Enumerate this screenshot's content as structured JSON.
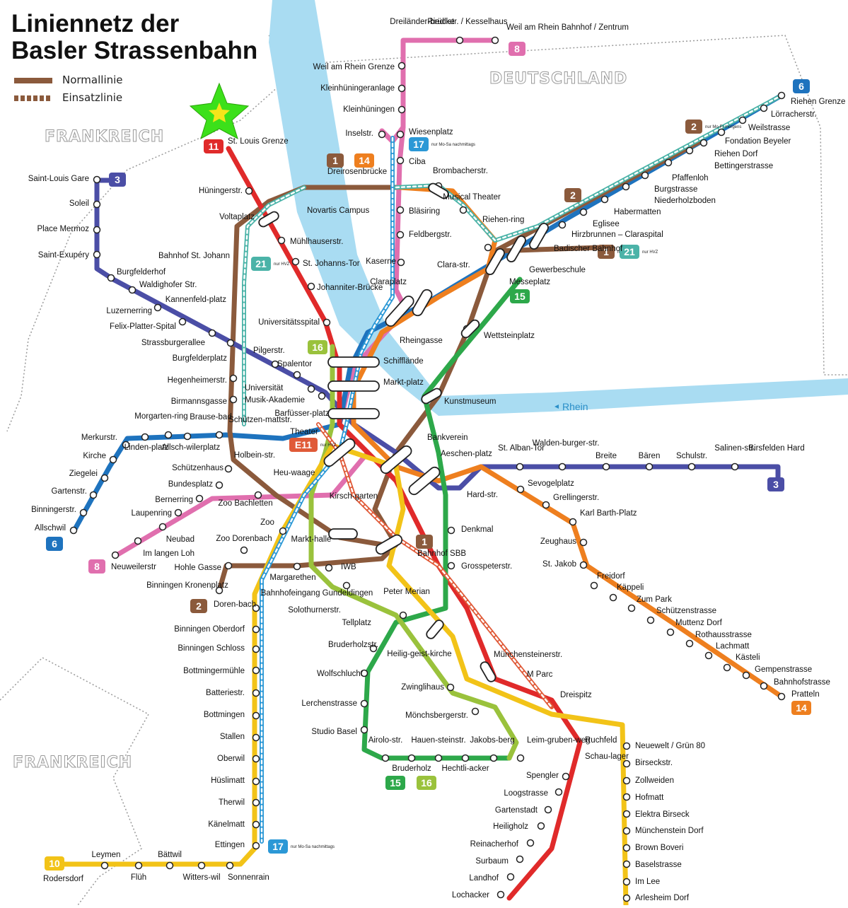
{
  "title_line1": "Liniennetz der",
  "title_line2": "Basler Strassenbahn",
  "legend": {
    "normal": "Normallinie",
    "einsatz": "Einsatzlinie"
  },
  "countries": {
    "france_top": "FRANKREICH",
    "france_bottom": "FRANKREICH",
    "germany": "DEUTSCHLAND"
  },
  "river": "Rhein",
  "colors": {
    "line1": "#8b5a3c",
    "line2": "#8b5a3c",
    "line3": "#4b4ea6",
    "line6": "#1e73be",
    "line8": "#e06fae",
    "line10": "#f2c318",
    "line11": "#e02a2a",
    "line14": "#ee7f1f",
    "line15": "#2da84a",
    "line16": "#9ac23c",
    "line17": "#2b98d6",
    "line21": "#4bb3a8",
    "lineE11": "#e05a38",
    "river": "#a9dcf2"
  },
  "line_badges": [
    {
      "num": "8",
      "color": "#e06fae"
    },
    {
      "num": "6",
      "color": "#1e73be"
    },
    {
      "num": "2",
      "color": "#8b5a3c",
      "note": "nur Mo-Fr morgens"
    },
    {
      "num": "2",
      "color": "#8b5a3c"
    },
    {
      "num": "1",
      "color": "#8b5a3c",
      "note": "nur HVZ"
    },
    {
      "num": "21",
      "color": "#4bb3a8",
      "note": "nur HVZ"
    },
    {
      "num": "15",
      "color": "#2da84a"
    },
    {
      "num": "11",
      "color": "#e02a2a"
    },
    {
      "num": "3",
      "color": "#4b4ea6"
    },
    {
      "num": "1",
      "color": "#8b5a3c"
    },
    {
      "num": "14",
      "color": "#ee7f1f"
    },
    {
      "num": "17",
      "color": "#2b98d6",
      "note": "nur Mo-Sa nachmittags"
    },
    {
      "num": "21",
      "color": "#4bb3a8",
      "note": "nur HVZ"
    },
    {
      "num": "16",
      "color": "#9ac23c"
    },
    {
      "num": "E11",
      "color": "#e05a38",
      "note": "nur HVZ"
    },
    {
      "num": "3",
      "color": "#4b4ea6"
    },
    {
      "num": "6",
      "color": "#1e73be"
    },
    {
      "num": "8",
      "color": "#e06fae"
    },
    {
      "num": "1",
      "color": "#8b5a3c"
    },
    {
      "num": "2",
      "color": "#8b5a3c"
    },
    {
      "num": "14",
      "color": "#ee7f1f"
    },
    {
      "num": "15",
      "color": "#2da84a"
    },
    {
      "num": "16",
      "color": "#9ac23c"
    },
    {
      "num": "17",
      "color": "#2b98d6",
      "note": "nur Mo-Sa nachmittags"
    },
    {
      "num": "10",
      "color": "#f2c318"
    }
  ],
  "stations": [
    "Dreiländer-brücke",
    "Riedlistr. / Kesselhaus",
    "Weil am Rhein Bahnhof / Zentrum",
    "Weil am Rhein Grenze",
    "Kleinhüningeranlage",
    "Kleinhüningen",
    "Inselstr.",
    "Wiesenplatz",
    "Ciba",
    "Dreirosenbrücke",
    "Brombacherstr.",
    "Musical Theater",
    "Bläsiring",
    "Riehen-ring",
    "Feldbergstr.",
    "Kaserne",
    "Clara-str.",
    "Claraplatz",
    "Rheingasse",
    "Riehen Grenze",
    "Lörracherstr.",
    "Weilstrasse",
    "Fondation Beyeler",
    "Riehen Dorf",
    "Bettingerstrasse",
    "Pfaffenloh",
    "Burgstrasse",
    "Niederholzboden",
    "Habermatten",
    "Eglisee",
    "Hirzbrunnen – Claraspital",
    "Badischer Bahnhof",
    "Gewerbeschule",
    "Messeplatz",
    "Wettsteinplatz",
    "St. Louis Grenze",
    "Hüningerstr.",
    "Voltaplatz",
    "Novartis Campus",
    "Mühlhauserstr.",
    "St. Johanns-Tor",
    "Johanniter-Brücke",
    "Bahnhof St. Johann",
    "Universitätsspital",
    "Saint-Louis Gare",
    "Soleil",
    "Place Mermoz",
    "Saint-Exupéry",
    "Burgfelderhof",
    "Waldighofer Str.",
    "Luzernerring",
    "Felix-Platter-Spital",
    "Strassburgerallee",
    "Burgfelderplatz",
    "Kannenfeld-platz",
    "Pilgerstr.",
    "Spalentor",
    "Hegenheimerstr.",
    "Universität",
    "Birmannsgasse",
    "Musik-Akademie",
    "Schifflände",
    "Markt-platz",
    "Barfüsser-platz",
    "Theater",
    "Kunstmuseum",
    "Morgarten-ring",
    "Brause-bad",
    "Schützen-mattstr.",
    "Merkurstr.",
    "Linden-platz",
    "Allsch-wilerplatz",
    "Kirche",
    "Ziegelei",
    "Gartenstr.",
    "Binningerstr.",
    "Allschwil",
    "Holbein-str.",
    "Heu-waage",
    "Schützenhaus",
    "Bundesplatz",
    "Bernerring",
    "Laupenring",
    "Neubad",
    "Im langen Loh",
    "Neuweilerstr",
    "Zoo Bachletten",
    "Zoo",
    "Zoo Dorenbach",
    "Hohle Gasse",
    "Binningen Kronenplatz",
    "Markt-halle",
    "Kirsch-garten",
    "Bankverein",
    "Aeschen-platz",
    "Hard-str.",
    "Denkmal",
    "Bahnhof SBB",
    "Grosspeterstr.",
    "IWB",
    "Margarethen",
    "Bahnhofeingang Gundeldingen",
    "Solothurnerstr.",
    "Tellplatz",
    "Peter Merian",
    "Doren-bach",
    "Binningen Oberdorf",
    "Binningen Schloss",
    "Bottmingermühle",
    "Batteriestr.",
    "Bottmingen",
    "Stallen",
    "Oberwil",
    "Hüslimatt",
    "Therwil",
    "Känelmatt",
    "Ettingen",
    "Rodersdorf",
    "Leymen",
    "Flüh",
    "Bättwil",
    "Witters-wil",
    "Sonnenrain",
    "St. Alban-Tor",
    "Walden-burger-str.",
    "Breite",
    "Bären",
    "Schulstr.",
    "Salinen-str.",
    "Birsfelden Hard",
    "Sevogelplatz",
    "Grellingerstr.",
    "Karl Barth-Platz",
    "Zeughaus",
    "St. Jakob",
    "Freidorf",
    "Käppeli",
    "Zum Park",
    "Schützenstrasse",
    "Muttenz Dorf",
    "Rothausstrasse",
    "Lachmatt",
    "Kästeli",
    "Gempenstrasse",
    "Bahnhofstrasse",
    "Pratteln",
    "Bruderholzstr.",
    "Heilig-geist-kirche",
    "Wolfschlucht",
    "Zwinglihaus",
    "Münchensteinerstr.",
    "M Parc",
    "Dreispitz",
    "Lerchenstrasse",
    "Mönchsbergerstr.",
    "Studio Basel",
    "Airolo-str.",
    "Hauen-steinstr.",
    "Jakobs-berg",
    "Leim-gruben-weg",
    "Bruderholz",
    "Hechtli-acker",
    "Ruchfeld",
    "Schau-lager",
    "Spengler",
    "Loogstrasse",
    "Gartenstadt",
    "Heiligholz",
    "Reinacherhof",
    "Surbaum",
    "Landhof",
    "Lochacker",
    "Neuewelt / Grün 80",
    "Birseckstr.",
    "Zollweiden",
    "Hofmatt",
    "Elektra Birseck",
    "Münchenstein Dorf",
    "Brown Boveri",
    "Baselstrasse",
    "Im Lee",
    "Arlesheim Dorf"
  ]
}
